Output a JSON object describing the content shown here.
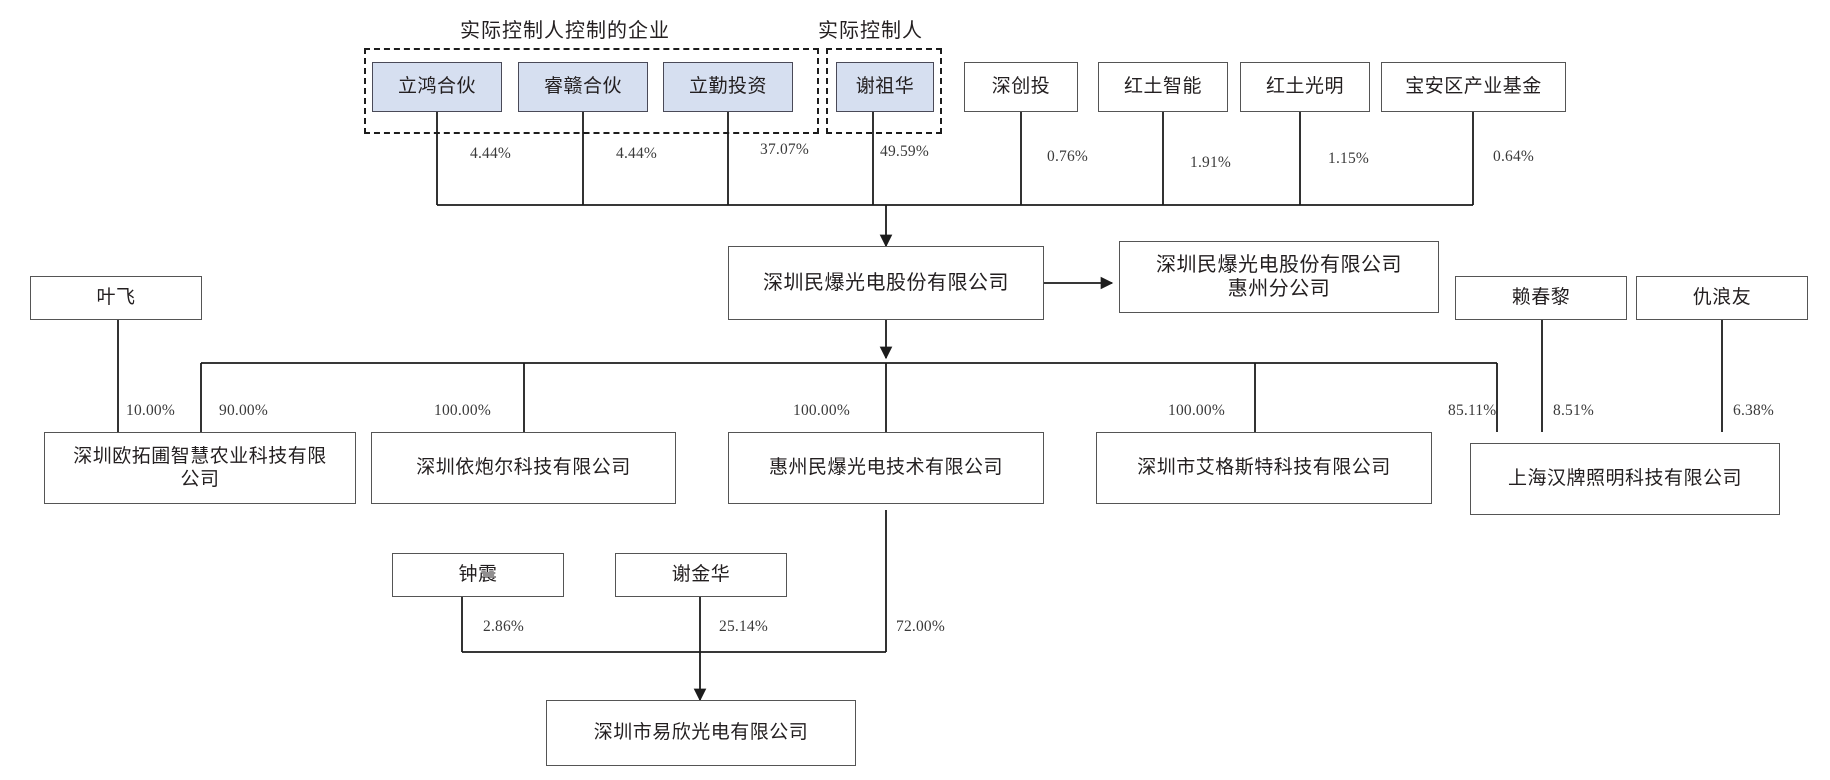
{
  "diagram": {
    "type": "org-ownership-chart",
    "title_groups": [
      {
        "id": "controller-enterprises",
        "text": "实际控制人控制的企业"
      },
      {
        "id": "actual-controller",
        "text": "实际控制人"
      }
    ],
    "colors": {
      "shaded_fill": "#d6dff0",
      "box_stroke": "#3a3a3a",
      "line": "#1c1c1c",
      "text": "#231f20"
    },
    "shareholders": [
      {
        "id": "lihong",
        "name": "立鸿合伙",
        "pct": "4.44%",
        "shaded": true
      },
      {
        "id": "ruigan",
        "name": "睿赣合伙",
        "pct": "4.44%",
        "shaded": true
      },
      {
        "id": "liqin",
        "name": "立勤投资",
        "pct": "37.07%",
        "shaded": true
      },
      {
        "id": "xiezuhua",
        "name": "谢祖华",
        "pct": "49.59%",
        "shaded": true
      },
      {
        "id": "shenchuangtou",
        "name": "深创投",
        "pct": "0.76%",
        "shaded": false
      },
      {
        "id": "hongtuzhineng",
        "name": "红土智能",
        "pct": "1.91%",
        "shaded": false
      },
      {
        "id": "hongtuguangming",
        "name": "红土光明",
        "pct": "1.15%",
        "shaded": false
      },
      {
        "id": "baoanfund",
        "name": "宝安区产业基金",
        "pct": "0.64%",
        "shaded": false
      }
    ],
    "core": {
      "company": "深圳民爆光电股份有限公司",
      "branch": "深圳民爆光电股份有限公司\n惠州分公司",
      "branch_line1": "深圳民爆光电股份有限公司",
      "branch_line2": "惠州分公司"
    },
    "side_persons": [
      {
        "id": "yefei",
        "name": "叶飞",
        "pct": "10.00%"
      },
      {
        "id": "laichunli",
        "name": "赖春黎",
        "pct": "8.51%"
      },
      {
        "id": "qiulangyou",
        "name": "仇浪友",
        "pct": "6.38%"
      }
    ],
    "subsidiaries": [
      {
        "id": "outuopu",
        "name_line1": "深圳欧拓圃智慧农业科技有限",
        "name_line2": "公司",
        "pct": "90.00%"
      },
      {
        "id": "yipaoer",
        "name_line1": "深圳依炮尔科技有限公司",
        "name_line2": "",
        "pct": "100.00%"
      },
      {
        "id": "huizhou-tech",
        "name_line1": "惠州民爆光电技术有限公司",
        "name_line2": "",
        "pct": "100.00%"
      },
      {
        "id": "aigesite",
        "name_line1": "深圳市艾格斯特科技有限公司",
        "name_line2": "",
        "pct": "100.00%"
      },
      {
        "id": "hanpai",
        "name_line1": "上海汉牌照明科技有限公司",
        "name_line2": "",
        "pct": "85.11%"
      }
    ],
    "bottom_persons": [
      {
        "id": "zhongzhen",
        "name": "钟震",
        "pct": "2.86%"
      },
      {
        "id": "xiejinhua",
        "name": "谢金华",
        "pct": "25.14%"
      }
    ],
    "bottom_company": {
      "id": "yixin",
      "name": "深圳市易欣光电有限公司",
      "pct_from_huizhou": "72.00%"
    }
  }
}
